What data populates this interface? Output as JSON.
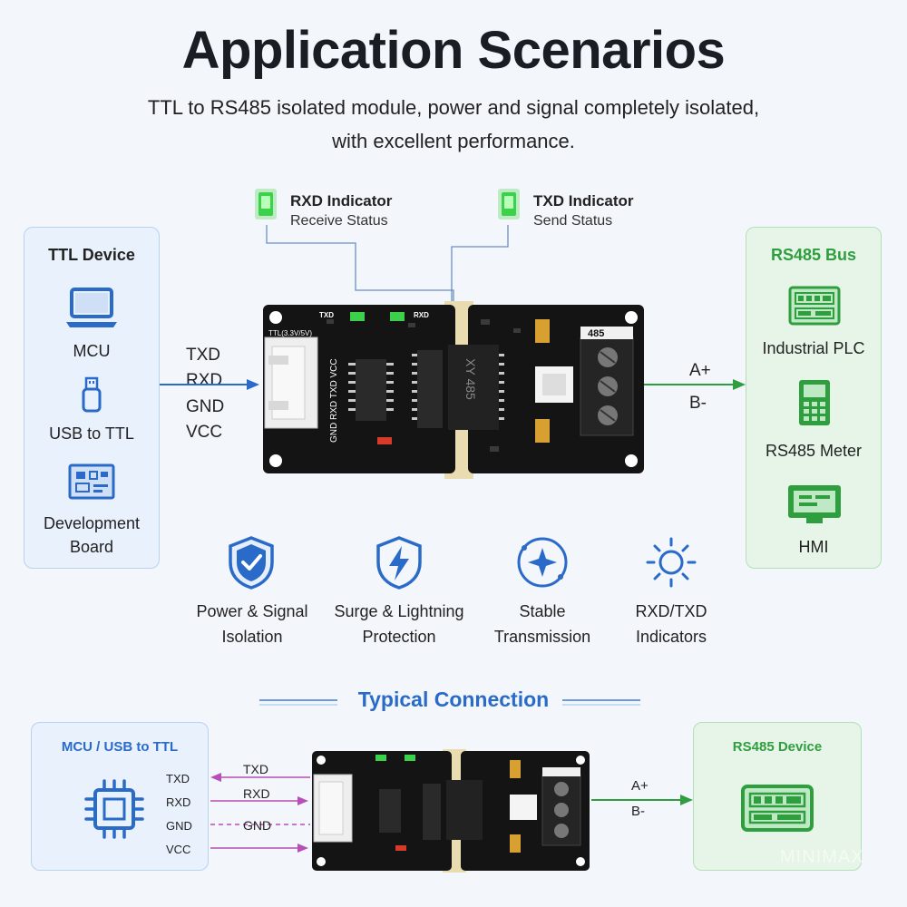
{
  "header": {
    "title": "Application Scenarios",
    "subtitle_line1": "TTL to RS485 isolated module, power and signal completely isolated,",
    "subtitle_line2": "with excellent performance."
  },
  "indicators": {
    "rxd_title": "RXD Indicator",
    "rxd_sub": "Receive Status",
    "txd_title": "TXD Indicator",
    "txd_sub": "Send Status"
  },
  "ttl_device": {
    "title": "TTL Device",
    "items": [
      "MCU",
      "USB to TTL",
      "Development",
      "Board"
    ]
  },
  "rs485_bus": {
    "title": "RS485 Bus",
    "items": [
      "Industrial PLC",
      "RS485 Meter",
      "HMI"
    ]
  },
  "ttl_signals": [
    "TXD",
    "RXD",
    "GND",
    "VCC"
  ],
  "rs485_signals": [
    "A+",
    "B-"
  ],
  "board": {
    "led_txd": "TXD",
    "led_rxd": "RXD",
    "ttl_label": "TTL(3.3V/5V)",
    "pins": "GND RXD TXD VCC",
    "terminal_label": "485",
    "chip_text": "XY 485"
  },
  "features": [
    {
      "line1": "Power & Signal",
      "line2": "Isolation"
    },
    {
      "line1": "Surge & Lightning",
      "line2": "Protection"
    },
    {
      "line1": "Stable",
      "line2": "Transmission"
    },
    {
      "line1": "RXD/TXD",
      "line2": "Indicators"
    }
  ],
  "typical": {
    "title": "Typical Connection",
    "left_title": "MCU / USB to TTL",
    "left_pins": [
      "TXD",
      "RXD",
      "GND",
      "VCC"
    ],
    "wire_labels": [
      "TXD",
      "RXD",
      "GND"
    ],
    "right_title": "RS485 Device",
    "rs485_signals": [
      "A+",
      "B-"
    ]
  },
  "watermark": "MINIMAX",
  "colors": {
    "blue_accent": "#2a6bc9",
    "green_accent": "#2e9e3e",
    "board": "#141414",
    "board_pcb": "#e8dcb0"
  }
}
